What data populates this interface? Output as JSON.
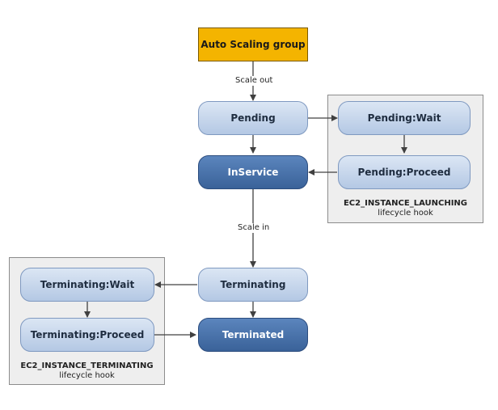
{
  "diagram": {
    "nodes": {
      "asg": "Auto Scaling group",
      "pending": "Pending",
      "pending_wait": "Pending:Wait",
      "inservice": "InService",
      "pending_proceed": "Pending:Proceed",
      "terminating_wait": "Terminating:Wait",
      "terminating": "Terminating",
      "terminating_proceed": "Terminating:Proceed",
      "terminated": "Terminated"
    },
    "edge_labels": {
      "scale_out": "Scale out",
      "scale_in": "Scale in"
    },
    "hooks": {
      "launching": {
        "code": "EC2_INSTANCE_LAUNCHING",
        "caption": "lifecycle hook"
      },
      "terminating": {
        "code": "EC2_INSTANCE_TERMINATING",
        "caption": "lifecycle hook"
      }
    },
    "colors": {
      "asg_fill": "#f4b400",
      "light_node_fill": "#c7d7ee",
      "dark_node_fill": "#4a75ad",
      "hook_panel_fill": "#eeeeee",
      "arrow": "#404040"
    }
  }
}
